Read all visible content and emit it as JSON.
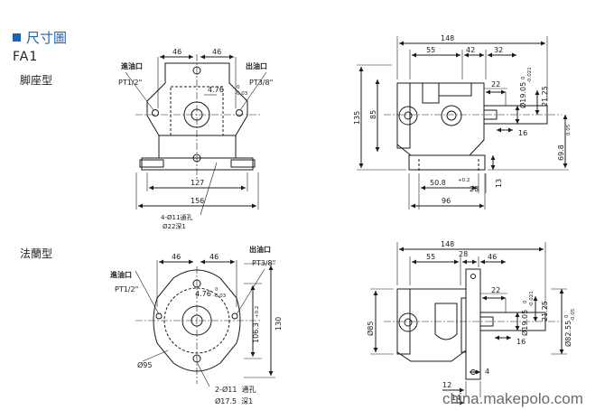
{
  "section_title": "尺寸圖",
  "model": "FA1",
  "views": {
    "foot": {
      "label": "脚座型",
      "front": {
        "inlet": "進油口",
        "inlet_thread": "PT1/2\"",
        "outlet": "出油口",
        "outlet_thread": "PT3/8\"",
        "d46a": "46",
        "d46b": "46",
        "d476": "4.76",
        "d476_tol_up": "0",
        "d476_tol_dn": "-0.03",
        "d127": "127",
        "d156": "156",
        "holes": "4-Ø11通孔",
        "counterbore": "Ø22深1"
      },
      "side": {
        "d148": "148",
        "d55": "55",
        "d42": "42",
        "d32": "32",
        "d135": "135",
        "d85": "85",
        "d22": "22",
        "d1905": "Ø19.05",
        "d1905_tol_up": "0",
        "d1905_tol_dn": "-0.021",
        "d2125": "21.25",
        "d16": "16",
        "d698": "69.8",
        "d698_tol": "0.05",
        "d508": "50.8",
        "d508_tol": "+0.2",
        "d28": "28",
        "d13": "13",
        "d96": "96"
      }
    },
    "flange": {
      "label": "法蘭型",
      "front": {
        "inlet": "進油口",
        "inlet_thread": "PT1/2\"",
        "outlet": "出油口",
        "outlet_thread": "PT3/8\"",
        "d46a": "46",
        "d46b": "46",
        "d476": "4.76",
        "d476_tol_up": "0",
        "d476_tol_dn": "-0.03",
        "d1063": "106.3",
        "d1063_tol": "+0.2",
        "d130": "130",
        "d95": "Ø95",
        "holes_prefix": "2-Ø11",
        "holes_suffix": "通孔",
        "counterbore_prefix": "Ø17.5",
        "counterbore_suffix": "深1"
      },
      "side": {
        "d148": "148",
        "d55": "55",
        "d28": "28",
        "d46": "46",
        "d85": "Ø85",
        "d22": "22",
        "d1905": "Ø19.05",
        "d1905_tol_up": "0",
        "d1905_tol_dn": "-0.021",
        "d2125": "21.25",
        "d16": "16",
        "d8255": "Ø82.55",
        "d8255_tol_up": "0",
        "d8255_tol_dn": "-0.05",
        "d4": "4",
        "d12": "12",
        "d14": "14"
      }
    }
  },
  "watermark": "china.makepolo.com",
  "colors": {
    "accent": "#1f63b4",
    "line": "#1a1a1a"
  }
}
